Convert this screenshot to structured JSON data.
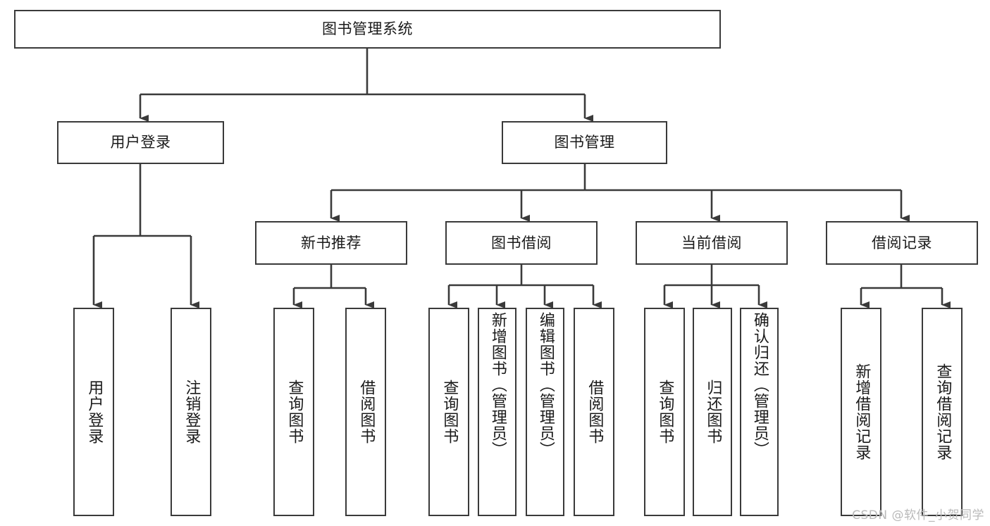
{
  "diagram": {
    "title": "图书管理系统",
    "type": "tree-hierarchy",
    "watermark": "CSDN @软件_小贺同学",
    "colors": {
      "background": "#ffffff",
      "box_stroke": "#3a3a3a",
      "edge_stroke": "#3a3a3a",
      "text": "#1a1a1a",
      "watermark": "#b9b9b9"
    },
    "nodes": {
      "root": {
        "label": "图书管理系统"
      },
      "level2": [
        {
          "label": "用户登录"
        },
        {
          "label": "图书管理"
        }
      ],
      "level3": [
        {
          "label": "新书推荐"
        },
        {
          "label": "图书借阅"
        },
        {
          "label": "当前借阅"
        },
        {
          "label": "借阅记录"
        }
      ],
      "leaves": {
        "user_login": [
          {
            "label": "用户登录"
          },
          {
            "label": "注销登录"
          }
        ],
        "new_book_recommend": [
          {
            "label": "查询图书"
          },
          {
            "label": "借阅图书"
          }
        ],
        "book_borrow": [
          {
            "label": "查询图书"
          },
          {
            "label": "新增图书（管理员）"
          },
          {
            "label": "编辑图书（管理员）"
          },
          {
            "label": "借阅图书"
          }
        ],
        "current_borrow": [
          {
            "label": "查询图书"
          },
          {
            "label": "归还图书"
          },
          {
            "label": "确认归还（管理员）"
          }
        ],
        "borrow_record": [
          {
            "label": "新增借阅记录"
          },
          {
            "label": "查询借阅记录"
          }
        ]
      }
    }
  }
}
